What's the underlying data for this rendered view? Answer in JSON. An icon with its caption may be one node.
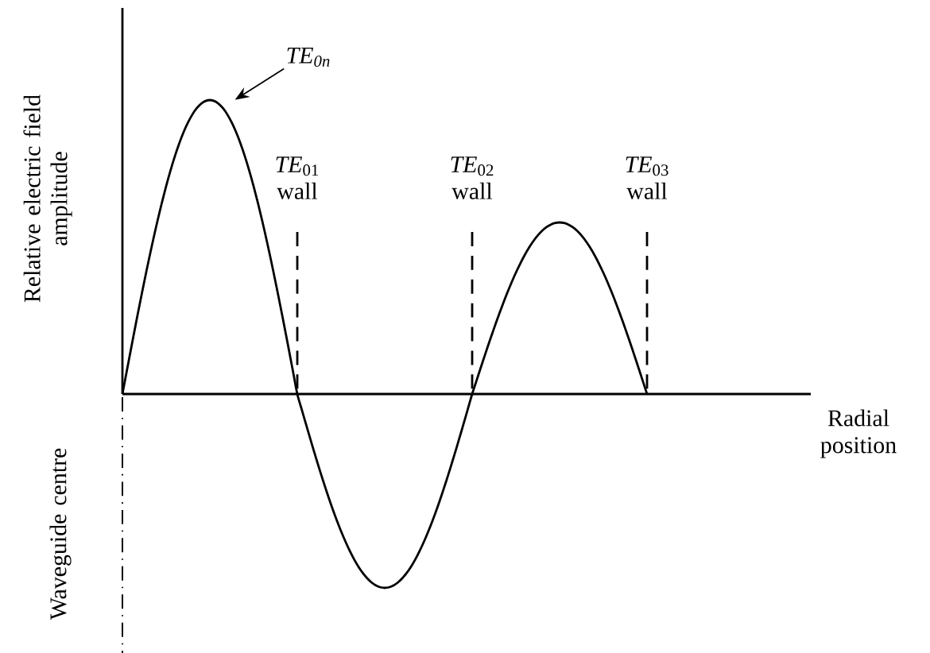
{
  "diagram": {
    "nodes": [
      {
        "text": [
          "*TE*$_{0n}$"
        ]
      },
      {
        "text": [],
        "shape": "picture"
      }
    ],
    "edges": [
      {
        "from": 0,
        "to": 1,
        "arrow": "to"
      }
    ],
    "labels": [
      "Relative electric field amplitude",
      "*TE*$_{01}$ wall",
      "*TE*$_{02}$ wall",
      "*TE*$_{03}$ wall",
      "Radial position",
      "Waveguide centre"
    ]
  }
}
